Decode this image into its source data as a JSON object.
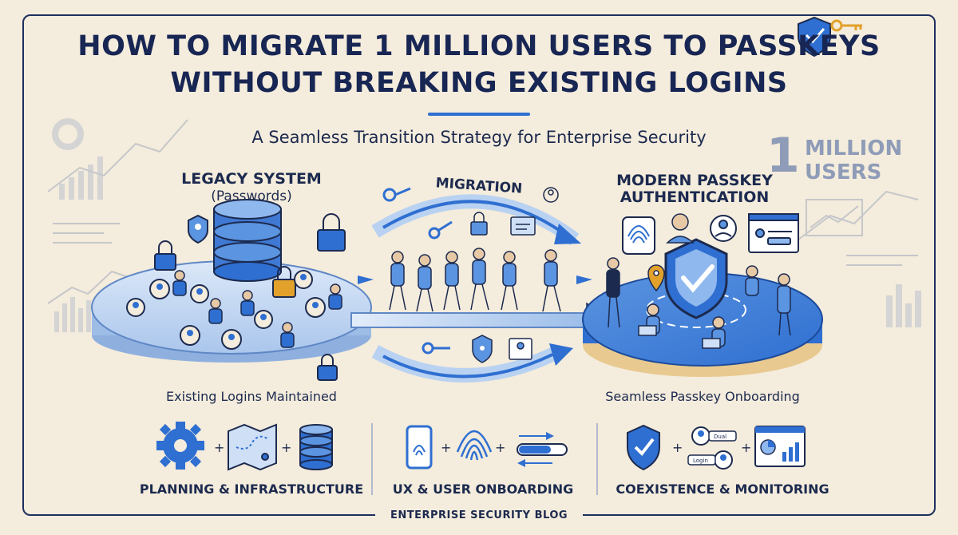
{
  "header": {
    "title_line_1": "HOW TO MIGRATE 1 MILLION USERS TO PASSKEYS",
    "title_line_2": "WITHOUT BREAKING EXISTING LOGINS",
    "subtitle": "A Seamless Transition Strategy for Enterprise Security"
  },
  "legacy": {
    "title": "LEGACY SYSTEM",
    "subtitle": "(Passwords)",
    "caption": "Existing Logins Maintained"
  },
  "migration": {
    "label": "MIGRATION"
  },
  "modern": {
    "title_line_1": "MODERN PASSKEY",
    "title_line_2": "AUTHENTICATION",
    "caption": "Seamless Passkey Onboarding"
  },
  "badge": {
    "number": "1",
    "line_1": "MILLION",
    "line_2": "USERS"
  },
  "pillars": [
    {
      "title": "PLANNING & INFRASTRUCTURE",
      "icons": [
        "gear-icon",
        "map-icon",
        "database-icon"
      ]
    },
    {
      "title": "UX & USER ONBOARDING",
      "icons": [
        "phone-fingerprint-icon",
        "fingerprint-icon",
        "progress-toggle-icon"
      ]
    },
    {
      "title": "COEXISTENCE & MONITORING",
      "icons": [
        "shield-check-icon",
        "dual-login-icon",
        "dashboard-icon"
      ]
    }
  ],
  "chips": {
    "dual": "Dual",
    "login": "Login"
  },
  "footer": "ENTERPRISE SECURITY BLOG",
  "colors": {
    "background": "#f4ecdc",
    "navy": "#1c2a4f",
    "accent_blue": "#2f6fd1",
    "light_blue": "#b9d2f2",
    "key_gold": "#e2a12a"
  }
}
